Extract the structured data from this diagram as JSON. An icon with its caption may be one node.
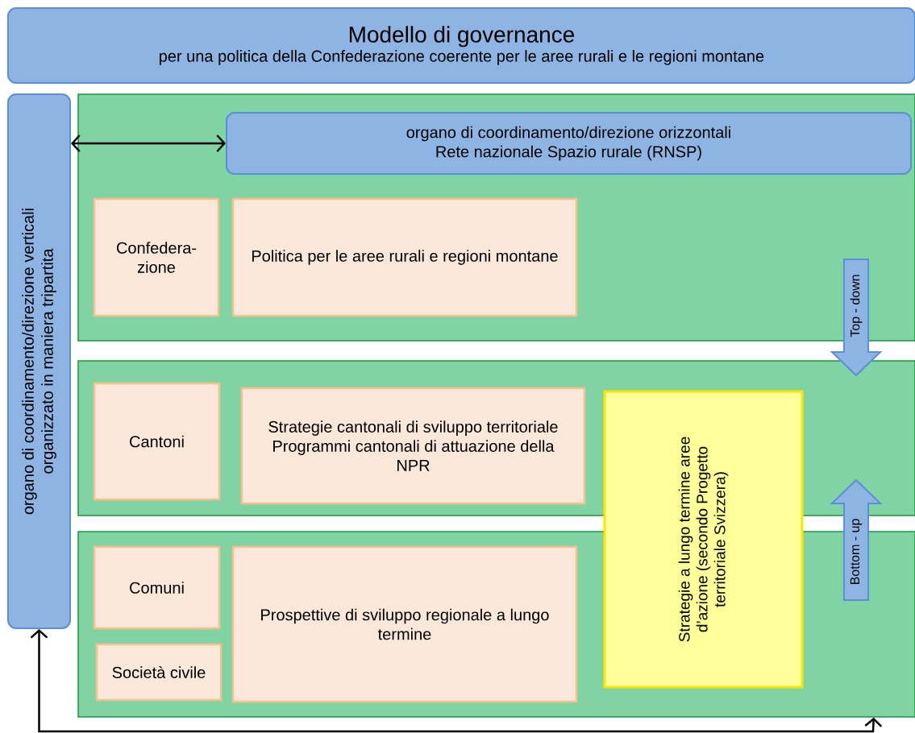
{
  "diagram": {
    "nodes": [
      {
        "text": [
          "Modello di governance",
          "per una politica della Confederazione coerente per le aree rurali e le regioni montane"
        ]
      },
      {
        "text": [
          "organo di coordinamento/direzione verticali",
          "organizzato in maniera tripartita"
        ]
      },
      {
        "text": [],
        "shape": "box"
      },
      {
        "text": [
          "organo di coordinamento/direzione orizzontali",
          "Rete nazionale Spazio rurale (RNSP)"
        ],
        "in": 2
      },
      {
        "text": [
          "Confedera- zione"
        ],
        "in": 2
      },
      {
        "text": [
          "Politica per le aree rurali e regioni montane"
        ],
        "in": 2
      },
      {
        "text": [],
        "shape": "box"
      },
      {
        "text": [
          "Cantoni"
        ],
        "in": 6
      },
      {
        "text": [
          "Strategie cantonali di sviluppo territoriale",
          "Programmi cantonali di attuazione della NPR"
        ],
        "in": 6
      },
      {
        "text": [],
        "shape": "box"
      },
      {
        "text": [
          "Comuni"
        ],
        "in": 9
      },
      {
        "text": [
          "Società civile"
        ],
        "in": 9
      },
      {
        "text": [
          "Prospettive di sviluppo regionale a lungo termine"
        ],
        "in": 9
      },
      {
        "text": [
          "Strategie a lungo termine aree d’azione (secondo Progetto territoriale Svizzera)"
        ]
      },
      {
        "text": [
          "Top - down"
        ]
      },
      {
        "text": [
          "Bottom - up"
        ]
      }
    ],
    "edges": [
      {
        "from": 1,
        "to": 3,
        "arrow": "both"
      },
      {
        "from": 9,
        "to": 1,
        "arrow": "both"
      }
    ]
  }
}
